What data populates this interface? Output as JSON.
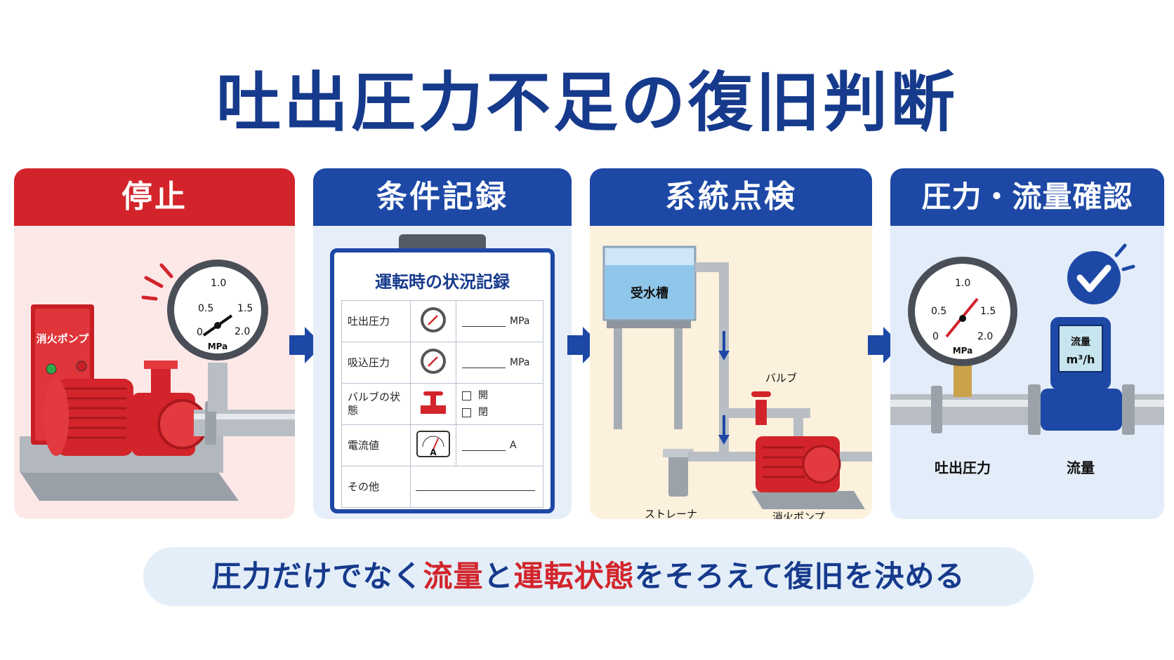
{
  "title": "吐出圧力不足の復旧判断",
  "steps": [
    {
      "heading": "停止",
      "labels": {
        "pump_panel": "消火ポンプ",
        "gauge_ticks": [
          "0",
          "0.5",
          "1.0",
          "1.5",
          "2.0"
        ],
        "gauge_unit": "MPa"
      }
    },
    {
      "heading": "条件記録",
      "record_title": "運転時の状況記録",
      "rows": [
        {
          "label": "吐出圧力",
          "icon": "pressure-gauge-icon",
          "unit": "MPa"
        },
        {
          "label": "吸込圧力",
          "icon": "pressure-gauge-icon",
          "unit": "MPa"
        },
        {
          "label": "バルブの状態",
          "icon": "valve-icon",
          "options": [
            "開",
            "閉"
          ]
        },
        {
          "label": "電流値",
          "icon": "ammeter-icon",
          "meter_letter": "A",
          "unit": "A"
        },
        {
          "label": "その他"
        }
      ]
    },
    {
      "heading": "系統点検",
      "labels": {
        "tank": "受水槽",
        "valve": "バルブ",
        "strainer": "ストレーナ",
        "pump": "消火ポンプ"
      }
    },
    {
      "heading": "圧力・流量確認",
      "labels": {
        "gauge_ticks": [
          "0",
          "0.5",
          "1.0",
          "1.5",
          "2.0"
        ],
        "gauge_unit": "MPa",
        "meter_display_1": "流量",
        "meter_display_2": "m³/h",
        "pressure_caption": "吐出圧力",
        "flow_caption": "流量"
      }
    }
  ],
  "message": {
    "part1": "圧力だけでなく",
    "highlight1": "流量",
    "part2": "と",
    "highlight2": "運転状態",
    "part3": "をそろえて復旧を決める"
  },
  "colors": {
    "title": "#163a8c",
    "stop_red": "#d3242b",
    "step_blue": "#1d48a6",
    "highlight": "#d3242b"
  }
}
